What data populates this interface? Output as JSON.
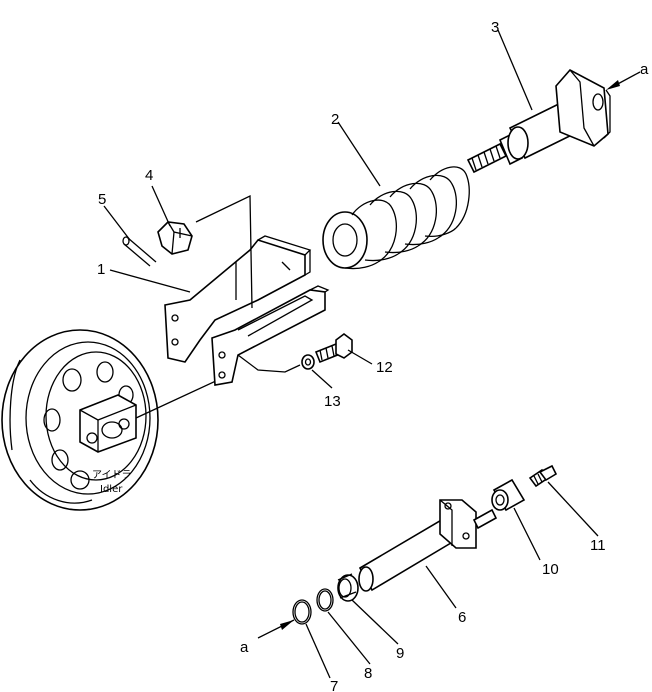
{
  "labels": {
    "p1": "1",
    "p2": "2",
    "p3": "3",
    "p4": "4",
    "p5": "5",
    "p6": "6",
    "p7": "7",
    "p8": "8",
    "p9": "9",
    "p10": "10",
    "p11": "11",
    "p12": "12",
    "p13": "13"
  },
  "arrows": {
    "top": "a",
    "bottom": "a"
  },
  "idler": {
    "jp": "アイドラ",
    "en": "Idler"
  }
}
